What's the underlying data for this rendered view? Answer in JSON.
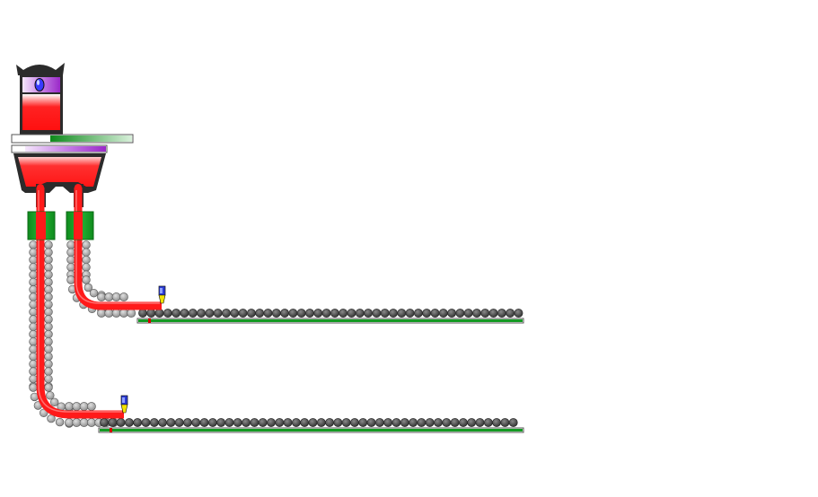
{
  "colors": {
    "steel": "#ff1a1a",
    "steel_dark": "#d40000",
    "steel_light": "#ff8a8a",
    "vessel": "#2b2b2b",
    "purple": "#9a28c8",
    "purple_light": "#e6c8f3",
    "green": "#139a22",
    "green_light": "#bfe3c2",
    "roll": "#5a5a5a",
    "roll_dark": "#333333",
    "roll_light": "#b3b3b3",
    "cutter_blue": "#2b3bd6",
    "cutter_yellow": "#f2e300"
  },
  "icons": {
    "ladle": "ladle-icon",
    "shroud": "ladle-shroud-icon",
    "tundish": "tundish-icon",
    "mold": "mold-icon",
    "cutting_torch": "cutting-torch-icon"
  },
  "ladle": {
    "weight_fill": 0.3,
    "position_fill": 0.3
  },
  "tundish": {
    "level_fill": 0.65
  },
  "strands": [
    {
      "id": "strand-1",
      "cast_fill": 0.16
    },
    {
      "id": "strand-2",
      "cast_fill": 0.13
    }
  ]
}
